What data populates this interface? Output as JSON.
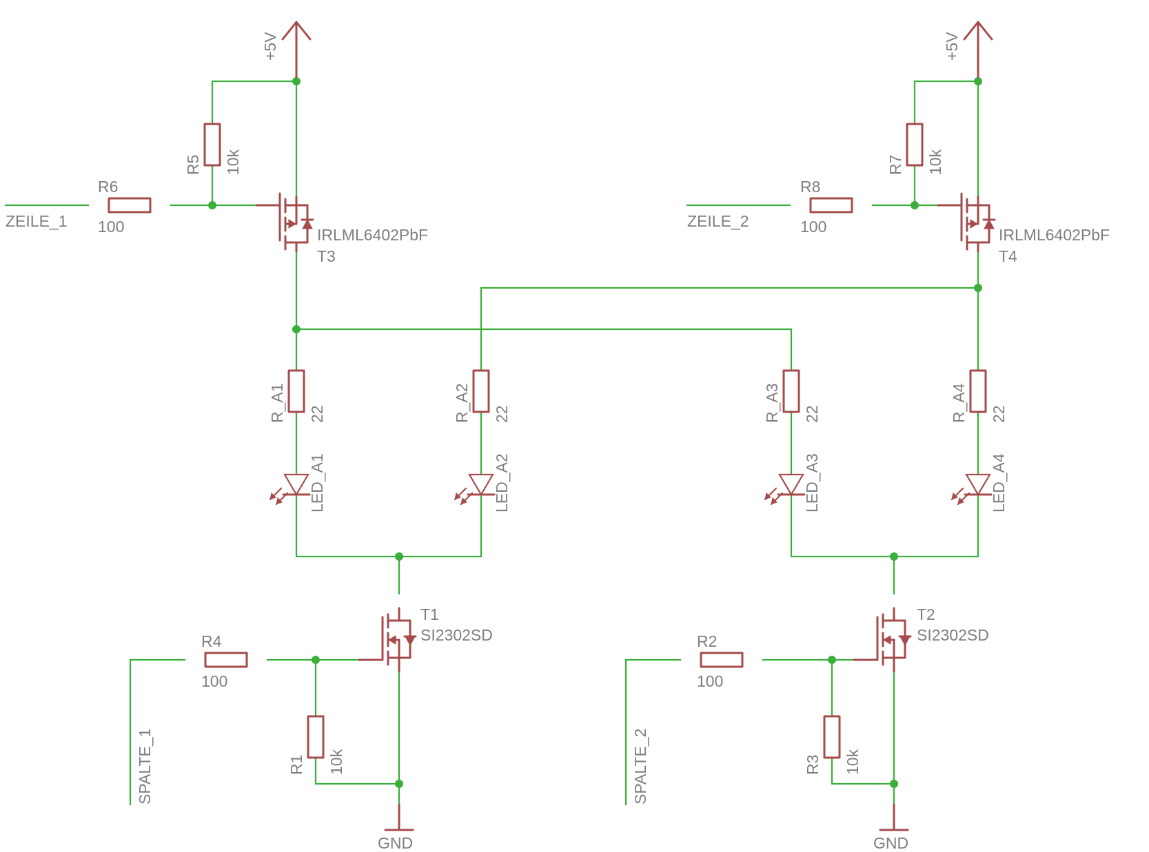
{
  "supplies": {
    "left": "+5V",
    "right": "+5V",
    "gnd_left": "GND",
    "gnd_right": "GND"
  },
  "nets": {
    "zeile_1": "ZEILE_1",
    "zeile_2": "ZEILE_2",
    "spalte_1": "SPALTE_1",
    "spalte_2": "SPALTE_2"
  },
  "resistors": {
    "r1": {
      "name": "R1",
      "value": "10k"
    },
    "r2": {
      "name": "R2",
      "value": "100"
    },
    "r3": {
      "name": "R3",
      "value": "10k"
    },
    "r4": {
      "name": "R4",
      "value": "100"
    },
    "r5": {
      "name": "R5",
      "value": "10k"
    },
    "r6": {
      "name": "R6",
      "value": "100"
    },
    "r7": {
      "name": "R7",
      "value": "10k"
    },
    "r8": {
      "name": "R8",
      "value": "100"
    },
    "ra1": {
      "name": "R_A1",
      "value": "22"
    },
    "ra2": {
      "name": "R_A2",
      "value": "22"
    },
    "ra3": {
      "name": "R_A3",
      "value": "22"
    },
    "ra4": {
      "name": "R_A4",
      "value": "22"
    }
  },
  "leds": {
    "a1": "LED_A1",
    "a2": "LED_A2",
    "a3": "LED_A3",
    "a4": "LED_A4"
  },
  "transistors": {
    "t1": {
      "name": "T1",
      "part": "SI2302SD"
    },
    "t2": {
      "name": "T2",
      "part": "SI2302SD"
    },
    "t3": {
      "name": "T3",
      "part": "IRLML6402PbF"
    },
    "t4": {
      "name": "T4",
      "part": "IRLML6402PbF"
    }
  },
  "colors": {
    "wire": "#3cae3c",
    "symbol": "#a54b4b",
    "label": "#7f7f7f"
  }
}
